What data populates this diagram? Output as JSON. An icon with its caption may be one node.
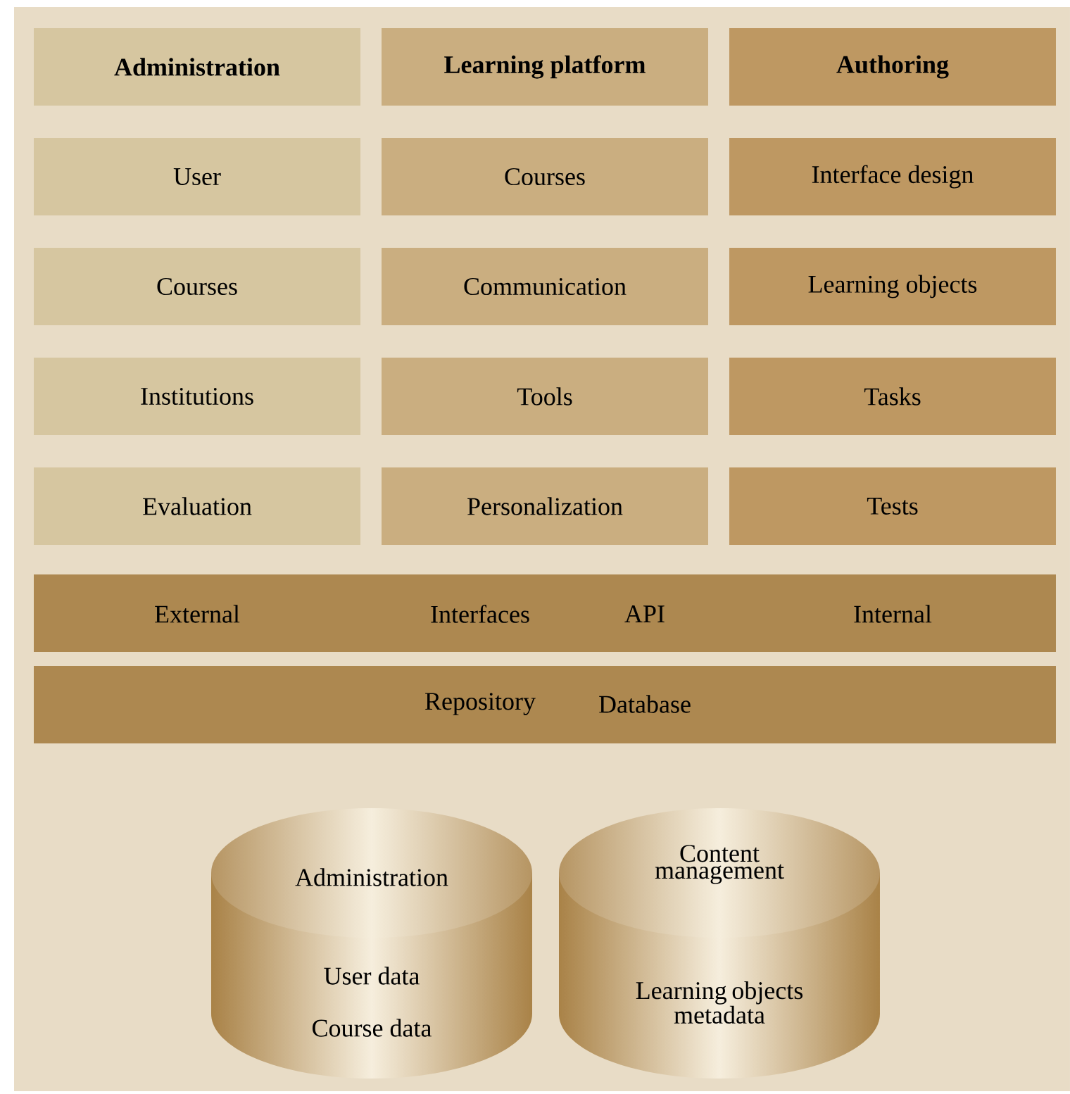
{
  "diagram": {
    "nodes": [
      {
        "text": [
          "Administration"
        ]
      },
      {
        "text": [
          "Learning platform"
        ]
      },
      {
        "text": [
          "Authoring"
        ]
      },
      {
        "text": [
          "User"
        ]
      },
      {
        "text": [
          "Courses"
        ]
      },
      {
        "text": [
          "Interface design"
        ]
      },
      {
        "text": [
          "Courses"
        ]
      },
      {
        "text": [
          "Communication"
        ]
      },
      {
        "text": [
          "Learning objects"
        ]
      },
      {
        "text": [
          "Institutions"
        ]
      },
      {
        "text": [
          "Tools"
        ]
      },
      {
        "text": [
          "Tasks"
        ]
      },
      {
        "text": [
          "Evaluation"
        ]
      },
      {
        "text": [
          "Personalization"
        ]
      },
      {
        "text": [
          "Tests"
        ]
      },
      {
        "text": [
          "External",
          "Interfaces",
          "API",
          "Internal"
        ]
      },
      {
        "text": [
          "Repository",
          "Database"
        ]
      },
      {
        "text": [
          "Administration",
          "User data",
          "Course data"
        ]
      },
      {
        "text": [
          "Content management",
          "Learning objects metadata"
        ]
      }
    ]
  }
}
